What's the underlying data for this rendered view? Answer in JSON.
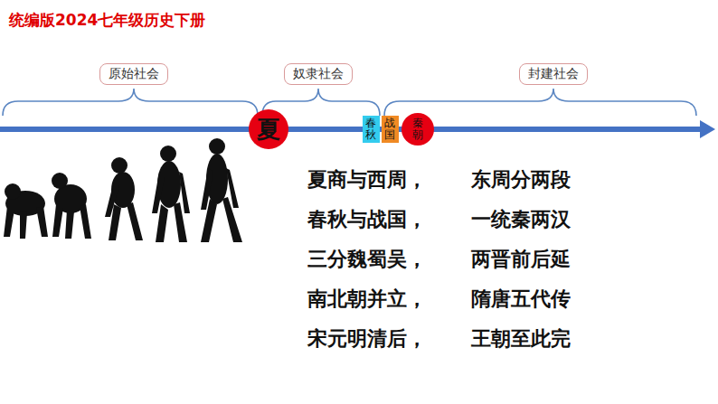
{
  "diagram": {
    "title": "统编版2024七年级历史下册",
    "nodes": [
      {
        "text": [
          "原始社会"
        ]
      },
      {
        "text": [
          "奴隶社会"
        ]
      },
      {
        "text": [
          "封建社会"
        ]
      },
      {
        "text": [
          "夏"
        ]
      },
      {
        "text": [
          "春秋"
        ]
      },
      {
        "text": [
          "战国"
        ]
      },
      {
        "text": [
          "秦朝"
        ]
      }
    ],
    "labels": [
      "夏商与西周，",
      "东周分两段",
      "春秋与战国，",
      "一统秦两汉",
      "三分魏蜀吴，",
      "两晋前后延",
      "南北朝并立，",
      "隋唐五代传",
      "宋元明清后，",
      "王朝至此完"
    ]
  }
}
